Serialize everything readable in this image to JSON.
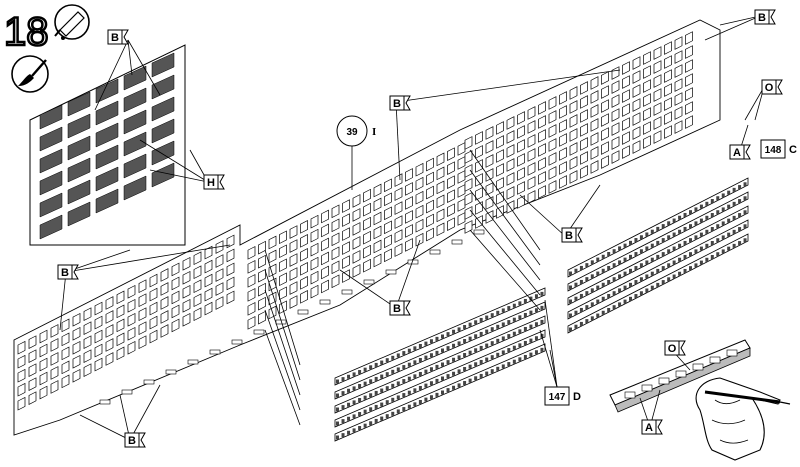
{
  "step": {
    "number": "18"
  },
  "tool_icons": [
    "glue-tube-icon",
    "paint-brush-icon"
  ],
  "callouts": {
    "b": "B",
    "h": "H",
    "o": "O",
    "a": "A",
    "c": "C",
    "d": "D",
    "i": "I"
  },
  "parts": {
    "p39": "39",
    "p148": "148",
    "p147": "147"
  }
}
